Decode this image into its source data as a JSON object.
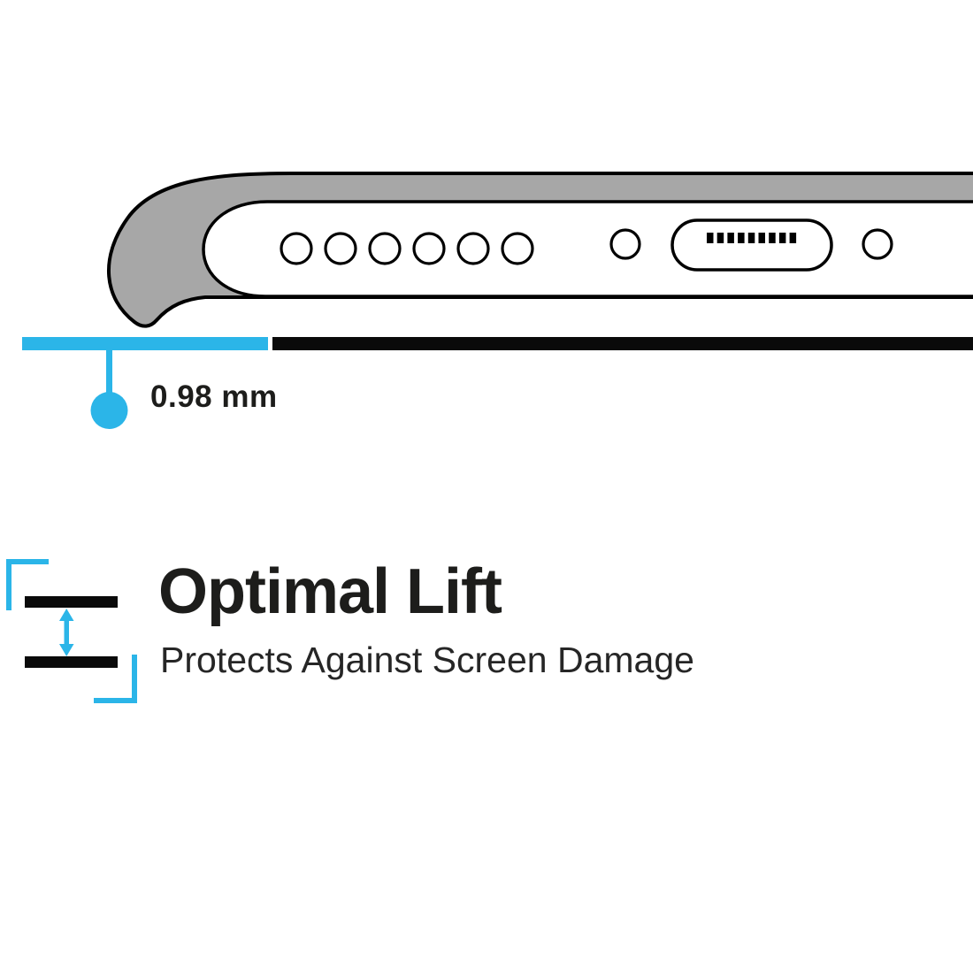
{
  "colors": {
    "accent": "#2bb5e8",
    "case_gray": "#a7a7a7",
    "ink": "#1d1d1b"
  },
  "measurement": {
    "label": "0.98 mm"
  },
  "feature": {
    "title": "Optimal Lift",
    "subtitle": "Protects Against Screen Damage"
  }
}
